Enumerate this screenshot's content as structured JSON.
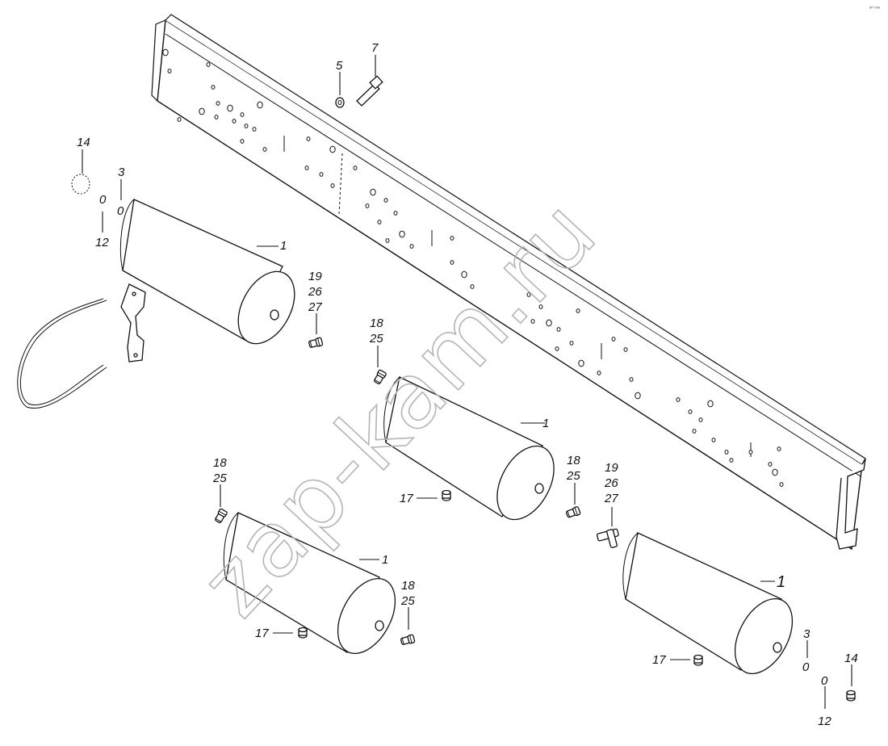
{
  "watermark": "zap-kam.ru",
  "corner_note": "ᵃ⁰ ᵒᵒᵒ",
  "labels": {
    "l7": "7",
    "l5": "5",
    "l14a": "14",
    "l3a": "3",
    "l0a": "0",
    "l0b": "0",
    "l12a": "12",
    "l1a": "1",
    "l19a": "19",
    "l26a": "26",
    "l27a": "27",
    "l18a": "18",
    "l25a": "25",
    "l1b": "1",
    "l17a": "17",
    "l18b": "18",
    "l25b": "25",
    "l19b": "19",
    "l26b": "26",
    "l27b": "27",
    "l18c": "18",
    "l25c": "25",
    "l1c": "1",
    "l17b": "17",
    "l18d": "18",
    "l25d": "25",
    "l1d": "1",
    "l17c": "17",
    "l3b": "3",
    "l0c": "0",
    "l14b": "14",
    "l0d": "0",
    "l12b": "12"
  }
}
